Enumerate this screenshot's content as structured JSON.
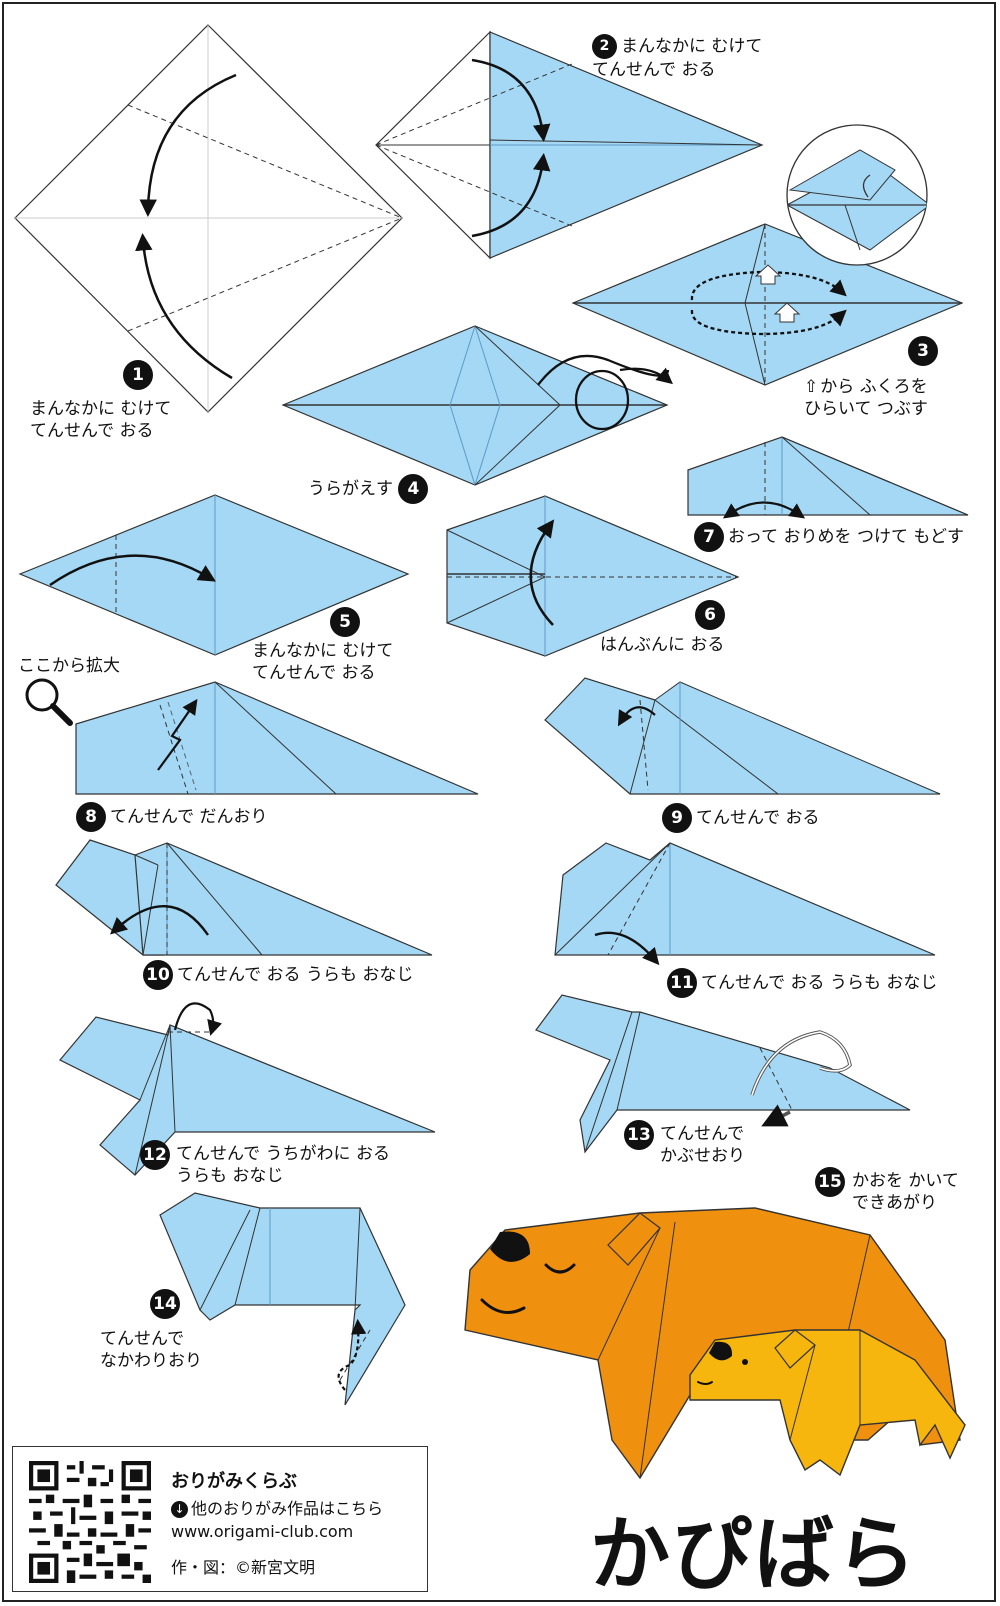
{
  "colors": {
    "paper": "#a4d8f4",
    "paper_stroke": "#333333",
    "crease": "#5e9bc9",
    "capybara_big": "#f0900f",
    "capybara_small": "#f6b60e",
    "ink": "#111111"
  },
  "steps": [
    {
      "num": "1",
      "text": "まんなかに むけて\nてんせんで おる"
    },
    {
      "num": "2",
      "text": "まんなかに むけて\nてんせんで おる"
    },
    {
      "num": "3",
      "text": "から ふくろを\nひらいて つぶす",
      "icon": "up-outline-arrow-icon"
    },
    {
      "num": "4",
      "text": "うらがえす"
    },
    {
      "num": "5",
      "text": "まんなかに むけて\nてんせんで おる"
    },
    {
      "num": "6",
      "text": "はんぶんに おる"
    },
    {
      "num": "7",
      "text": "おって おりめを つけて もどす"
    },
    {
      "num": "8",
      "text": "てんせんで だんおり"
    },
    {
      "num": "9",
      "text": "てんせんで おる"
    },
    {
      "num": "10",
      "text": "てんせんで おる うらも おなじ"
    },
    {
      "num": "11",
      "text": "てんせんで おる うらも おなじ"
    },
    {
      "num": "12",
      "text": "てんせんで うちがわに おる\nうらも おなじ"
    },
    {
      "num": "13",
      "text": "てんせんで\nかぶせおり"
    },
    {
      "num": "14",
      "text": "てんせんで\nなかわりおり"
    },
    {
      "num": "15",
      "text": "かおを かいて\nできあがり"
    }
  ],
  "zoom_note": "ここから拡大",
  "title": "かぴばら",
  "footer": {
    "club_name": "おりがみくらぶ",
    "more_link": "他のおりがみ作品はこちら",
    "url": "www.origami-club.com",
    "credit": "作・図：©新宮文明"
  }
}
